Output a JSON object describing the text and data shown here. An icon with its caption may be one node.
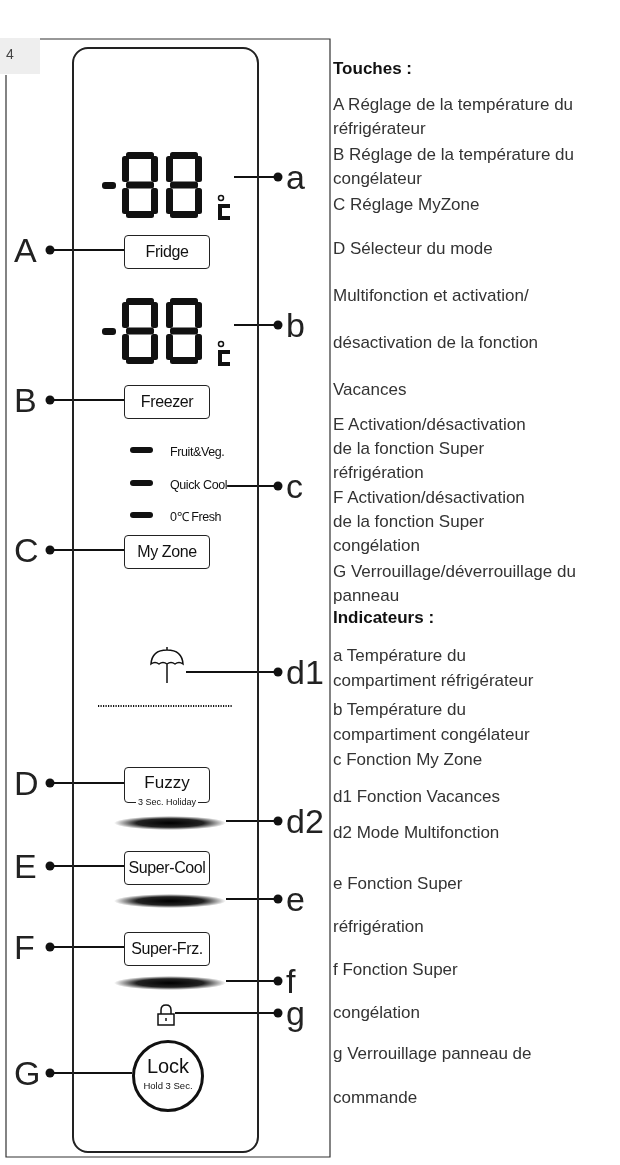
{
  "diagram": {
    "nodes": [
      {
        "text": [],
        "shape": "box"
      },
      {
        "text": [],
        "shape": "picture",
        "in": 0
      },
      {
        "text": [
          "a"
        ]
      },
      {
        "text": [
          "A"
        ]
      },
      {
        "text": [
          "Fridge"
        ],
        "in": 0
      },
      {
        "text": [],
        "shape": "picture",
        "in": 0
      },
      {
        "text": [
          "b"
        ]
      },
      {
        "text": [
          "B"
        ]
      },
      {
        "text": [
          "Freezer"
        ],
        "in": 0
      },
      {
        "text": [
          "Fruit&Veg."
        ],
        "in": 0
      },
      {
        "text": [
          "Quick Cool"
        ],
        "in": 0
      },
      {
        "text": [
          "c"
        ]
      },
      {
        "text": [
          "0℃ Fresh"
        ],
        "in": 0
      },
      {
        "text": [
          "C"
        ]
      },
      {
        "text": [
          "My Zone"
        ],
        "in": 0
      },
      {
        "text": [],
        "shape": "umbrella",
        "in": 0
      },
      {
        "text": [
          "d1"
        ]
      },
      {
        "text": [
          "D"
        ]
      },
      {
        "text": [
          "Fuzzy",
          "3 Sec. Holiday"
        ],
        "in": 0
      },
      {
        "text": [],
        "shape": "bar",
        "in": 0
      },
      {
        "text": [
          "d2"
        ]
      },
      {
        "text": [
          "E"
        ]
      },
      {
        "text": [
          "Super-Cool"
        ],
        "in": 0
      },
      {
        "text": [],
        "shape": "bar",
        "in": 0
      },
      {
        "text": [
          "e"
        ]
      },
      {
        "text": [
          "F"
        ]
      },
      {
        "text": [
          "Super-Frz."
        ],
        "in": 0
      },
      {
        "text": [],
        "shape": "bar",
        "in": 0
      },
      {
        "text": [
          "f"
        ]
      },
      {
        "text": [],
        "shape": "padlock",
        "in": 0
      },
      {
        "text": [
          "g"
        ]
      },
      {
        "text": [
          "G"
        ]
      },
      {
        "text": [
          "Lock",
          "Hold 3 Sec."
        ],
        "in": 0
      }
    ],
    "edges": [
      {
        "from": 2,
        "to": 1,
        "arrow": "other"
      },
      {
        "from": 3,
        "to": 4,
        "arrow": "other"
      },
      {
        "from": 6,
        "to": 5,
        "arrow": "other"
      },
      {
        "from": 7,
        "to": 8,
        "arrow": "other"
      },
      {
        "from": 11,
        "to": 10,
        "arrow": "other"
      },
      {
        "from": 13,
        "to": 14,
        "arrow": "other"
      },
      {
        "from": 16,
        "to": 15,
        "arrow": "other"
      },
      {
        "from": 17,
        "to": 18,
        "arrow": "other"
      },
      {
        "from": 20,
        "to": 19,
        "arrow": "other"
      },
      {
        "from": 21,
        "to": 22,
        "arrow": "other"
      },
      {
        "from": 24,
        "to": 23,
        "arrow": "other"
      },
      {
        "from": 25,
        "to": 26,
        "arrow": "other"
      },
      {
        "from": 28,
        "to": 27,
        "arrow": "other"
      },
      {
        "from": 30,
        "to": 29,
        "arrow": "other"
      },
      {
        "from": 31,
        "to": 32,
        "arrow": "other"
      }
    ],
    "labels": [
      "4",
      "Touches :",
      "A Réglage de la température du réfrigérateur",
      "B Réglage de la température du congélateur",
      "C Réglage MyZone",
      "D Sélecteur du mode Multifonction et activation/ désactivation de la fonction Vacances",
      "E Activation/désactivation de la fonction Super réfrigération",
      "F Activation/désactivation de la fonction Super congélation",
      "G Verrouillage/déverrouillage du panneau",
      "Indicateurs :",
      "a Température du compartiment réfrigérateur",
      "b Température du compartiment congélateur",
      "c Fonction My Zone",
      "d1 Fonction Vacances",
      "d2 Mode Multifonction",
      "e Fonction Super réfrigération",
      "f Fonction Super congélation",
      "g Verrouillage panneau de commande"
    ]
  }
}
